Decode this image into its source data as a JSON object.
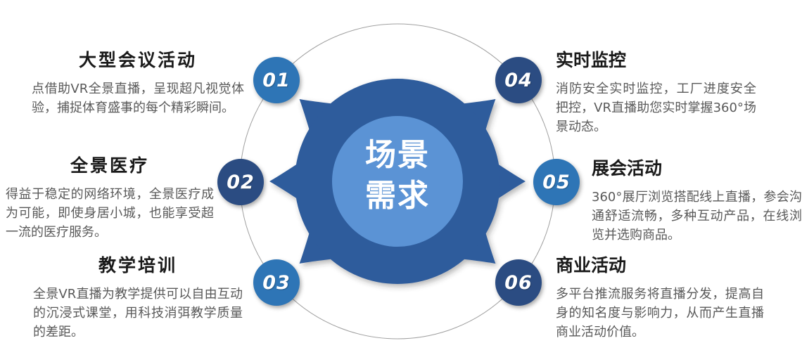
{
  "diagram": {
    "center_line1": "场景",
    "center_line2": "需求"
  },
  "items": [
    {
      "number": "01",
      "title": "大型会议活动",
      "description": "点借助VR全景直播，呈现超凡视觉体验，捕捉体育盛事的每个精彩瞬间。"
    },
    {
      "number": "02",
      "title": "全景医疗",
      "description": "得益于稳定的网络环境，全景医疗成为可能，即使身居小城，也能享受超一流的医疗服务。"
    },
    {
      "number": "03",
      "title": "教学培训",
      "description": "全景VR直播为教学提供可以自由互动的沉浸式课堂，用科技消弭教学质量的差距。"
    },
    {
      "number": "04",
      "title": "实时监控",
      "description": "消防安全实时监控，工厂进度安全把控，VR直播助您实时掌握360°场景动态。"
    },
    {
      "number": "05",
      "title": "展会活动",
      "description": "360°展厅浏览搭配线上直播，参会沟通舒适流畅，多种互动产品，在线浏览并选购商品。"
    },
    {
      "number": "06",
      "title": "商业活动",
      "description": "多平台推流服务将直播分发，提高自身的知名度与影响力，从而产生直播商业活动价值。"
    }
  ],
  "colors": {
    "gear_dark_blue": "#2e5b9c",
    "hub_light_blue": "#5b93d5",
    "badge_bright_blue": "#2e75b6",
    "badge_navy_blue": "#2b4c82",
    "outer_ring_gray": "#8f8f8f",
    "title_text": "#1a1a1a",
    "body_text": "#595959"
  }
}
